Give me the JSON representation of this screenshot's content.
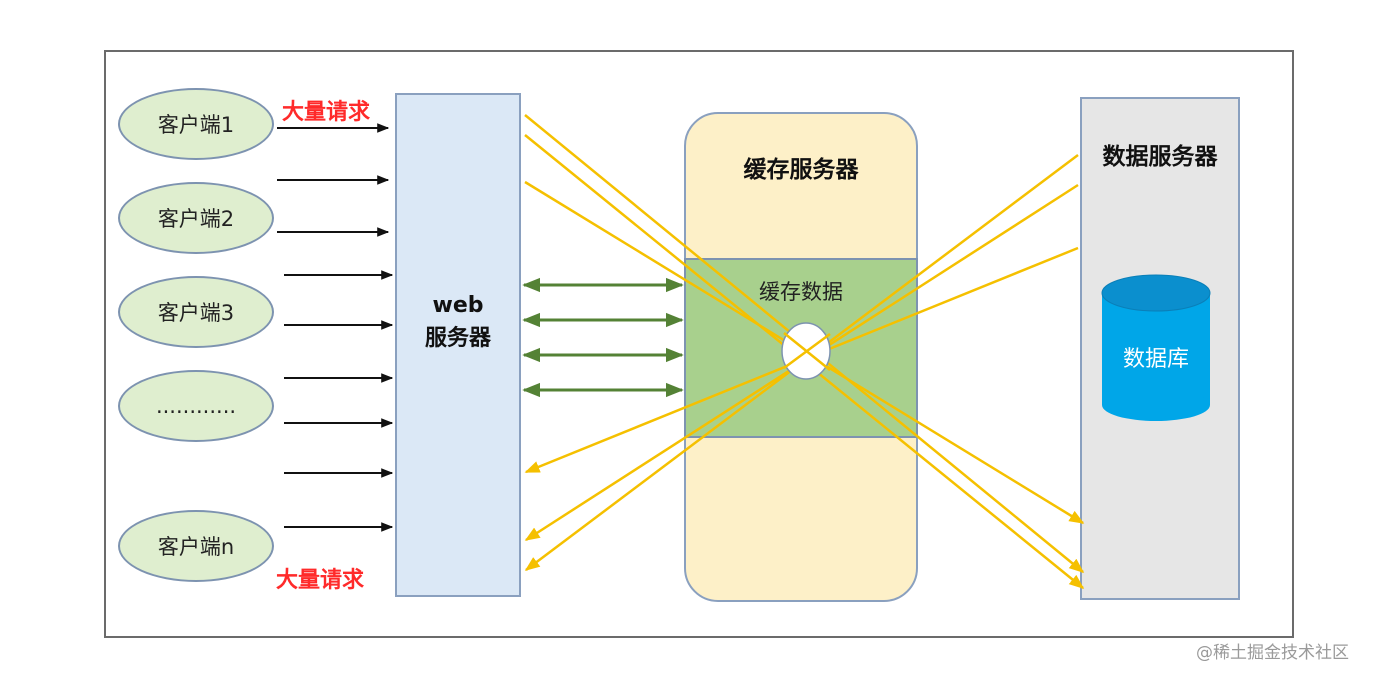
{
  "clients": [
    {
      "label": "客户端1"
    },
    {
      "label": "客户端2"
    },
    {
      "label": "客户端3"
    },
    {
      "label": "............"
    },
    {
      "label": "客户端n"
    }
  ],
  "request_labels": {
    "top": "大量请求",
    "bottom": "大量请求"
  },
  "web_server": {
    "line1": "web",
    "line2": "服务器"
  },
  "cache_server": {
    "title": "缓存服务器",
    "data_label": "缓存数据"
  },
  "data_server": {
    "title": "数据服务器",
    "db_label": "数据库"
  },
  "watermark": "@稀土掘金技术社区",
  "colors": {
    "client_fill": "#dfeecf",
    "web_fill": "#dbe8f6",
    "cache_fill": "#fdf0c8",
    "cache_data_fill": "#a8d08d",
    "db_server_fill": "#e6e6e6",
    "database": "#00a6e8",
    "request_text": "#ff2a2a",
    "yellow_arrow": "#f5c000",
    "green_arrow": "#548235"
  }
}
